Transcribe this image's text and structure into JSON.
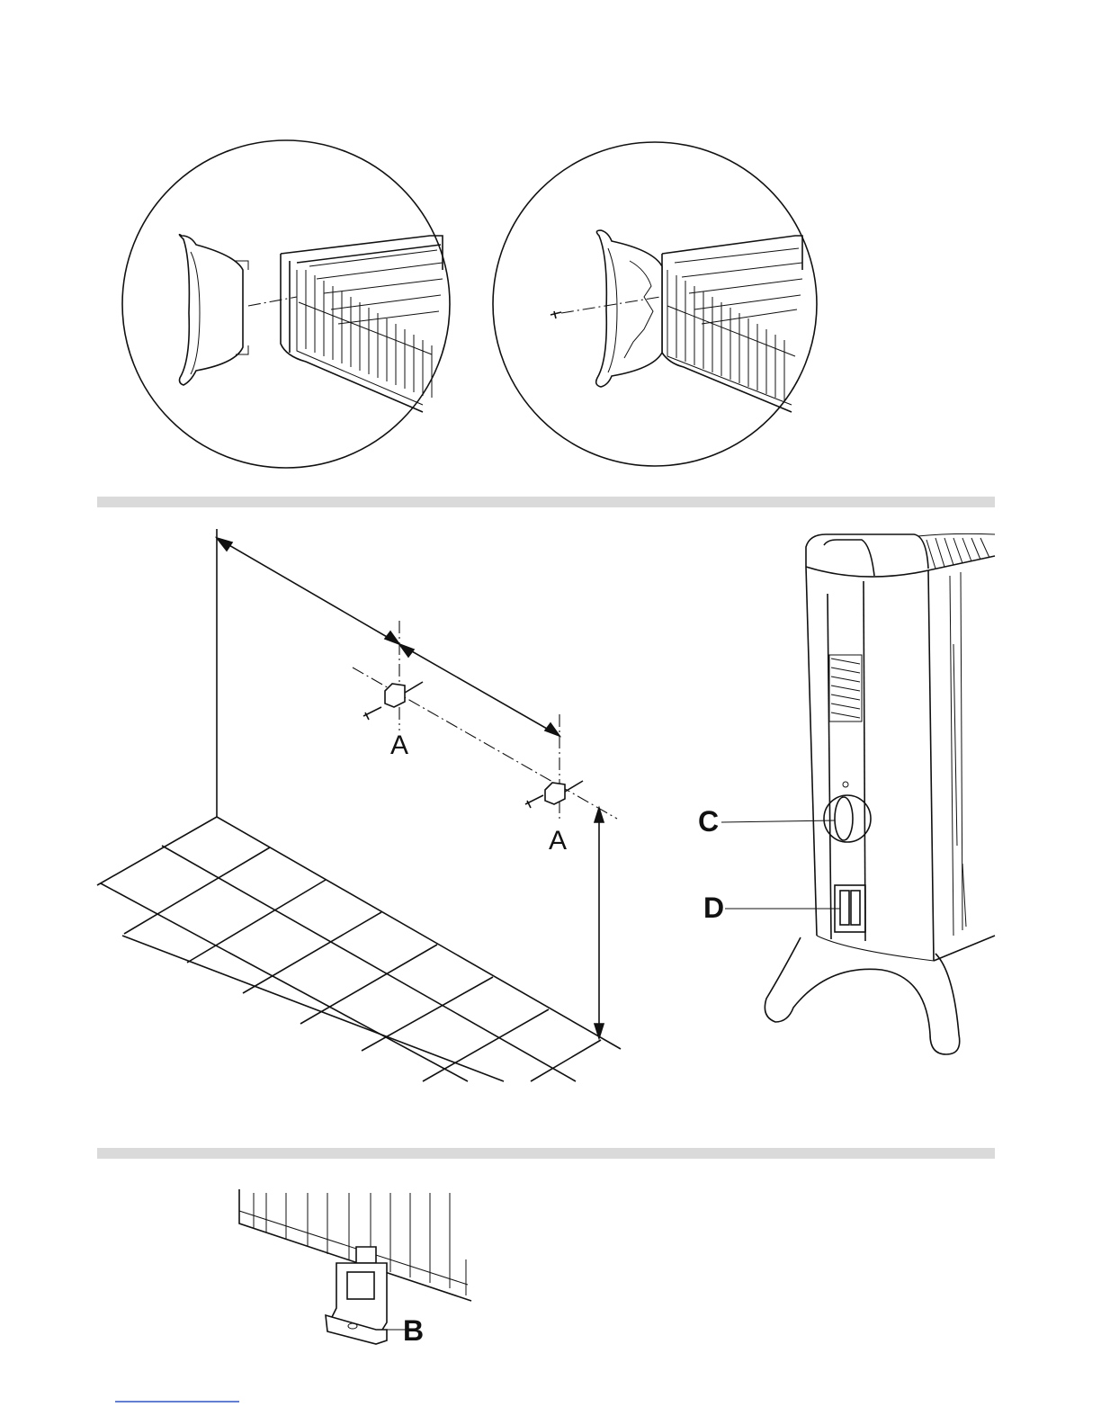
{
  "labels": {
    "A_left": "A",
    "A_right": "A",
    "C": "C",
    "D": "D",
    "B": "B"
  },
  "colors": {
    "line": "#111111",
    "separator": "#dadada",
    "footer_line": "#2f55c4"
  }
}
